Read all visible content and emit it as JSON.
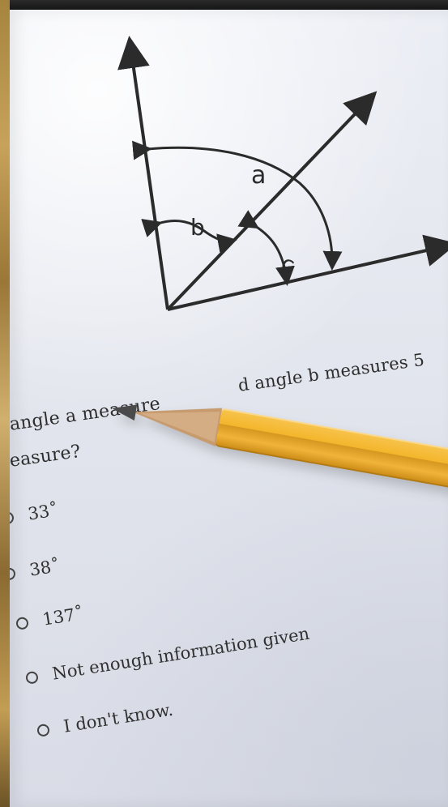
{
  "diagram": {
    "labels": {
      "a": "a",
      "b": "b",
      "c": "c"
    }
  },
  "question": {
    "line_1": "angle a measure",
    "line_2": "easure?",
    "line_3": "d angle b measures 5"
  },
  "options": [
    "33˚",
    "38˚",
    "137˚",
    "Not enough information given",
    "I don't know."
  ],
  "colors": {
    "paper": "#e6e8ef",
    "ink": "#2b2b2b",
    "pencil_yellow": "#f2b52f",
    "pencil_wood": "#c89b6f",
    "pencil_lead": "#4a4a4a",
    "wood_edge": "#b48d47"
  }
}
